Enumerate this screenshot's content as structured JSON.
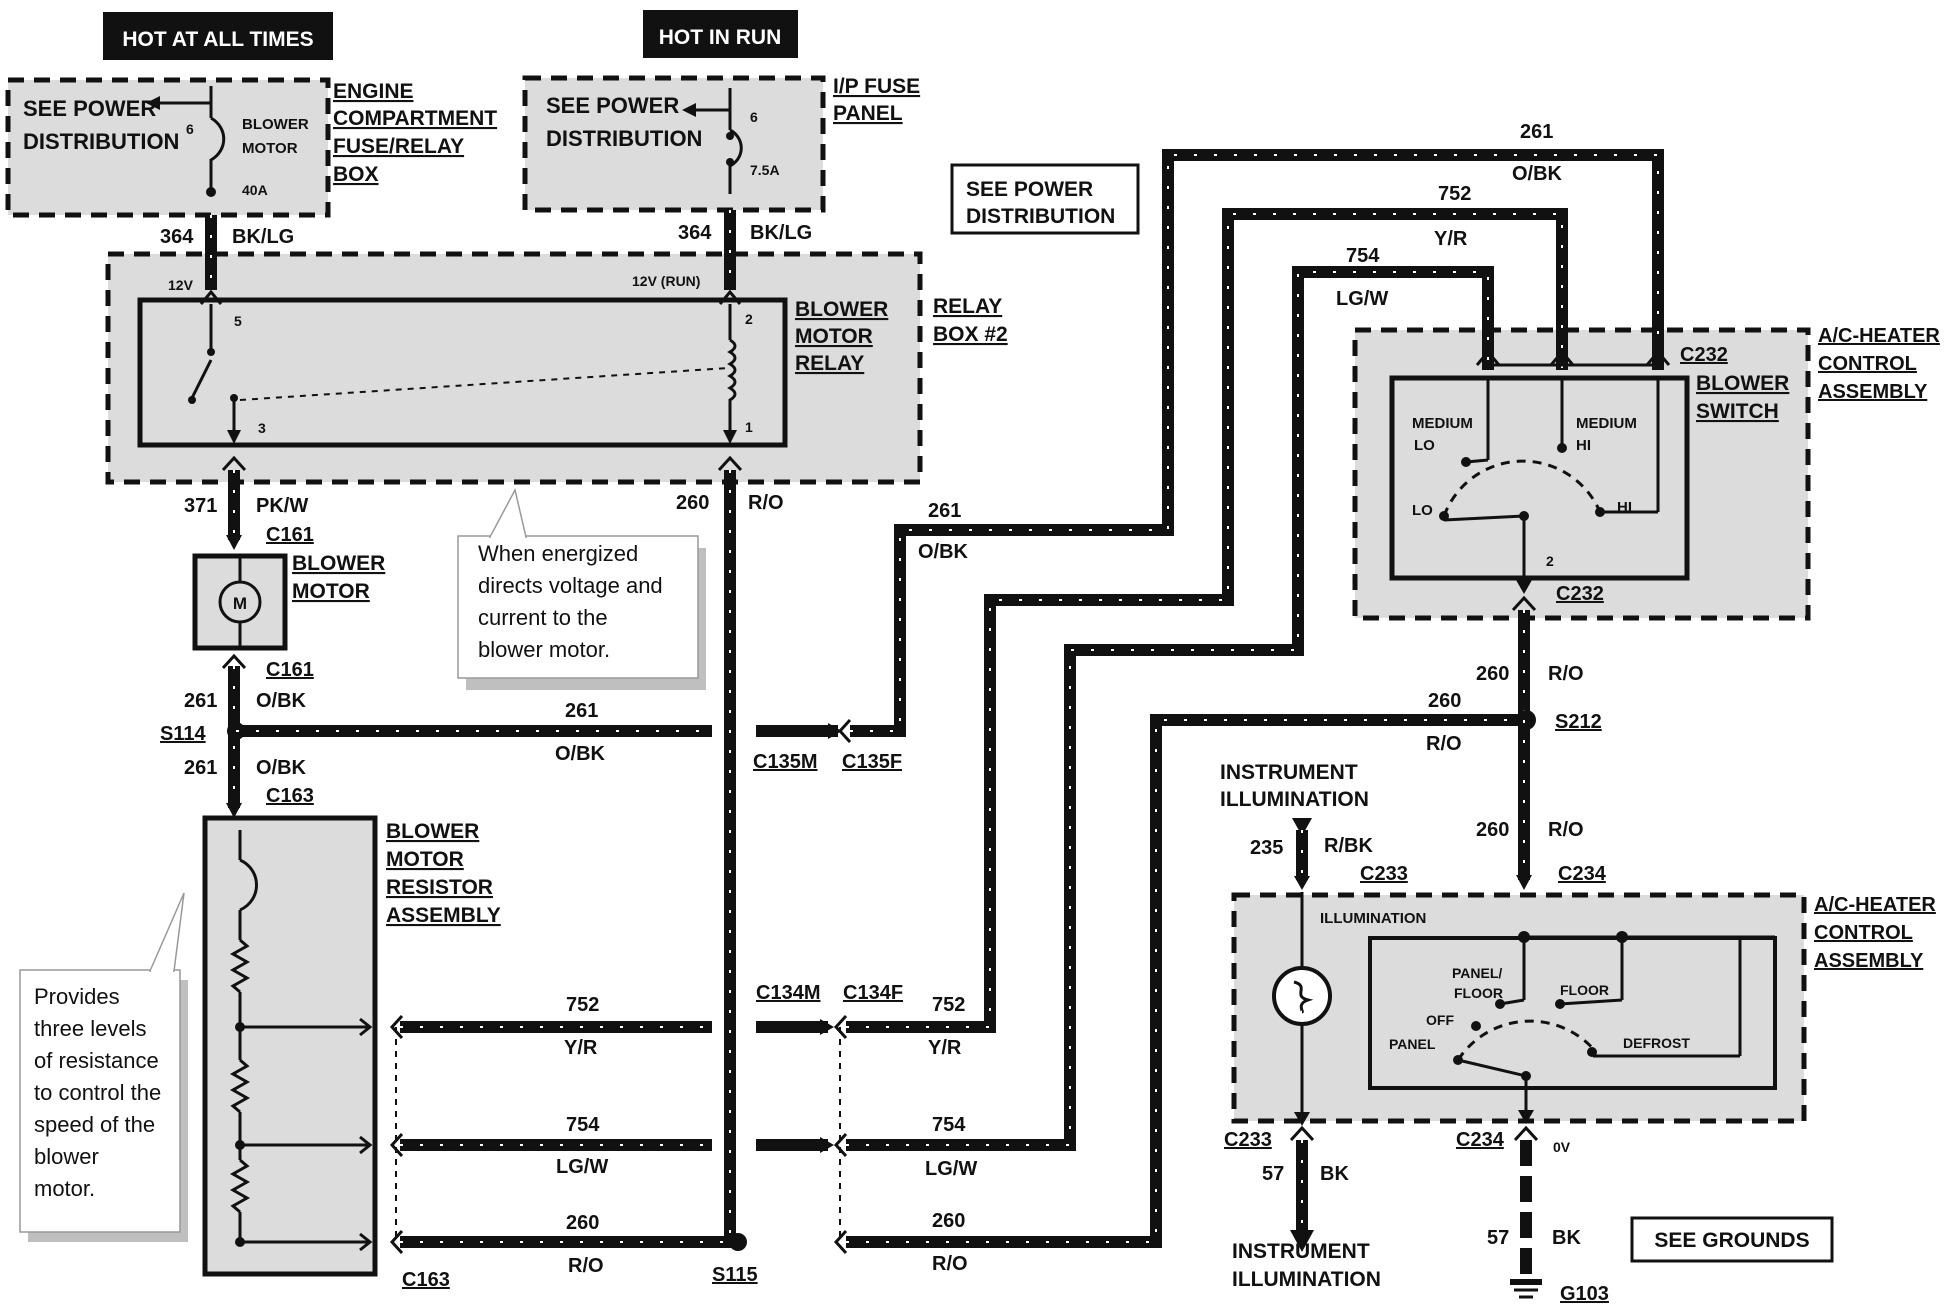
{
  "banners": {
    "hot_at_all_times": "HOT AT ALL TIMES",
    "hot_in_run": "HOT IN RUN"
  },
  "engine_fuse_box": {
    "see_power_line1": "SEE POWER",
    "see_power_line2": "DISTRIBUTION",
    "fuse_number": "6",
    "blower_line1": "BLOWER",
    "blower_line2": "MOTOR",
    "rating": "40A",
    "name_line1": "ENGINE",
    "name_line2": "COMPARTMENT",
    "name_line3": "FUSE/RELAY",
    "name_line4": "BOX"
  },
  "ip_fuse_panel": {
    "see_power_line1": "SEE POWER",
    "see_power_line2": "DISTRIBUTION",
    "fuse_number": "6",
    "rating": "7.5A",
    "name_line1": "I/P FUSE",
    "name_line2": "PANEL"
  },
  "see_power_box": {
    "line1": "SEE POWER",
    "line2": "DISTRIBUTION"
  },
  "relay": {
    "left_supply": "12V",
    "right_supply": "12V (RUN)",
    "pin5": "5",
    "pin3": "3",
    "pin2": "2",
    "pin1": "1",
    "name_line1": "BLOWER",
    "name_line2": "MOTOR",
    "name_line3": "RELAY",
    "box_line1": "RELAY",
    "box_line2": "BOX #2"
  },
  "wire_labels": {
    "c364_left": "364",
    "bklg_left": "BK/LG",
    "c364_right": "364",
    "bklg_right": "BK/LG",
    "c371": "371",
    "pkw": "PK/W",
    "c260_relay": "260",
    "ro_relay": "R/O",
    "c261_motor": "261",
    "obk_motor": "O/BK",
    "c261_mid": "261",
    "obk_mid": "O/BK",
    "c261_resistor": "261",
    "obk_resistor": "O/BK",
    "c261_right": "261",
    "obk_right": "O/BK",
    "c261_top": "261",
    "obk_top": "O/BK",
    "c752_top": "752",
    "yr_top": "Y/R",
    "c754_top": "754",
    "lgw_top": "LG/W",
    "c752_a": "752",
    "yr_a": "Y/R",
    "c752_b": "752",
    "yr_b": "Y/R",
    "c754_a": "754",
    "lgw_a": "LG/W",
    "c754_b": "754",
    "lgw_b": "LG/W",
    "c260_a": "260",
    "ro_a": "R/O",
    "c260_b": "260",
    "ro_b": "R/O",
    "c260_s212_left": "260",
    "ro_s212_left": "R/O",
    "c260_s212_up": "260",
    "ro_s212_up": "R/O",
    "c260_s212_down": "260",
    "ro_s212_down": "R/O",
    "c235": "235",
    "rbk": "R/BK",
    "c57_left": "57",
    "bk_left": "BK",
    "c57_right": "57",
    "bk_right": "BK",
    "zero_v": "0V"
  },
  "connectors": {
    "c161_top": "C161",
    "c161_bottom": "C161",
    "s114": "S114",
    "c163_top": "C163",
    "c163_bottom": "C163",
    "c135m": "C135M",
    "c135f": "C135F",
    "c134m": "C134M",
    "c134f": "C134F",
    "s115": "S115",
    "c232_top": "C232",
    "c232_bottom": "C232",
    "s212": "S212",
    "c233_top": "C233",
    "c233_bottom": "C233",
    "c234_top": "C234",
    "c234_bottom": "C234",
    "g103": "G103"
  },
  "blower_motor": {
    "symbol": "M",
    "name_line1": "BLOWER",
    "name_line2": "MOTOR"
  },
  "resistor_assembly": {
    "line1": "BLOWER",
    "line2": "MOTOR",
    "line3": "RESISTOR",
    "line4": "ASSEMBLY"
  },
  "callouts": {
    "relay_note": [
      "When  energized",
      "directs voltage and",
      "current to the",
      "blower motor."
    ],
    "resistor_note": [
      "Provides",
      "three  levels",
      "of resistance",
      "to control the",
      "speed of the",
      "blower",
      "motor."
    ]
  },
  "blower_switch": {
    "medium_lo_1": "MEDIUM",
    "medium_lo_2": "LO",
    "medium_hi_1": "MEDIUM",
    "medium_hi_2": "HI",
    "lo": "LO",
    "hi": "HI",
    "pin2": "2",
    "name_line1": "BLOWER",
    "name_line2": "SWITCH",
    "assembly_line1": "A/C-HEATER",
    "assembly_line2": "CONTROL",
    "assembly_line3": "ASSEMBLY"
  },
  "mode_switch": {
    "illumination": "ILLUMINATION",
    "panel_floor_1": "PANEL/",
    "panel_floor_2": "FLOOR",
    "floor": "FLOOR",
    "off": "OFF",
    "panel": "PANEL",
    "defrost": "DEFROST",
    "assembly_line1": "A/C-HEATER",
    "assembly_line2": "CONTROL",
    "assembly_line3": "ASSEMBLY"
  },
  "instrument_illumination_top": {
    "line1": "INSTRUMENT",
    "line2": "ILLUMINATION"
  },
  "instrument_illumination_bottom": {
    "line1": "INSTRUMENT",
    "line2": "ILLUMINATION"
  },
  "see_grounds": "SEE GROUNDS"
}
